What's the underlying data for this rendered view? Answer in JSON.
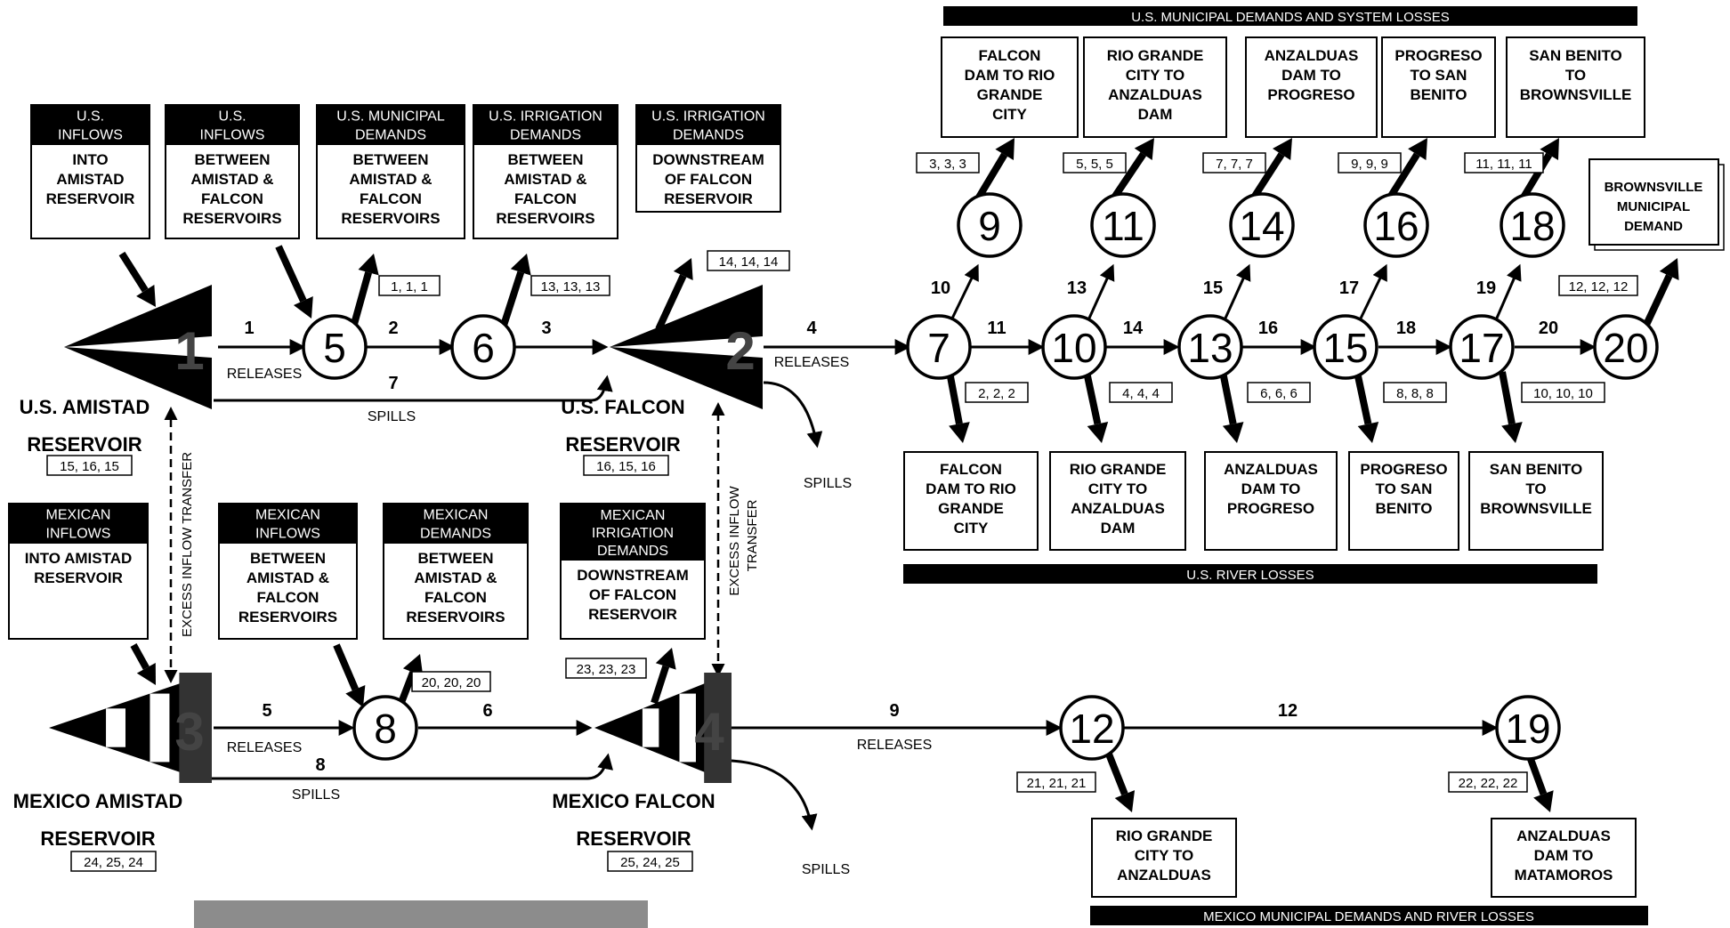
{
  "bands": {
    "us_municipal": "U.S. MUNICIPAL DEMANDS AND SYSTEM LOSSES",
    "us_river": "U.S. RIVER LOSSES",
    "mexico_municipal": "MEXICO MUNICIPAL DEMANDS AND RIVER LOSSES"
  },
  "boxes": {
    "us_inflow_amistad": {
      "header": [
        "U.S.",
        "INFLOWS"
      ],
      "body": [
        "INTO",
        "AMISTAD",
        "RESERVOIR"
      ]
    },
    "us_inflow_between": {
      "header": [
        "U.S.",
        "INFLOWS"
      ],
      "body": [
        "BETWEEN",
        "AMISTAD &",
        "FALCON",
        "RESERVOIRS"
      ]
    },
    "us_muni_between": {
      "header": [
        "U.S. MUNICIPAL",
        "DEMANDS"
      ],
      "body": [
        "BETWEEN",
        "AMISTAD &",
        "FALCON",
        "RESERVOIRS"
      ]
    },
    "us_irr_between": {
      "header": [
        "U.S. IRRIGATION",
        "DEMANDS"
      ],
      "body": [
        "BETWEEN",
        "AMISTAD &",
        "FALCON",
        "RESERVOIRS"
      ]
    },
    "us_irr_downstream": {
      "header": [
        "U.S. IRRIGATION",
        "DEMANDS"
      ],
      "body": [
        "DOWNSTREAM",
        "OF FALCON",
        "RESERVOIR"
      ]
    },
    "mx_inflow_amistad": {
      "header": [
        "MEXICAN",
        "INFLOWS"
      ],
      "body": [
        "INTO AMISTAD",
        "RESERVOIR"
      ]
    },
    "mx_inflow_between": {
      "header": [
        "MEXICAN",
        "INFLOWS"
      ],
      "body": [
        "BETWEEN",
        "AMISTAD &",
        "FALCON",
        "RESERVOIRS"
      ]
    },
    "mx_demands_between": {
      "header": [
        "MEXICAN",
        "DEMANDS"
      ],
      "body": [
        "BETWEEN",
        "AMISTAD &",
        "FALCON",
        "RESERVOIRS"
      ]
    },
    "mx_irr_downstream": {
      "header": [
        "MEXICAN",
        "IRRIGATION",
        "DEMANDS"
      ],
      "body": [
        "DOWNSTREAM",
        "OF FALCON",
        "RESERVOIR"
      ]
    }
  },
  "top_boxes": [
    [
      "FALCON",
      "DAM TO RIO",
      "GRANDE",
      "CITY"
    ],
    [
      "RIO GRANDE",
      "CITY TO",
      "ANZALDUAS",
      "DAM"
    ],
    [
      "ANZALDUAS",
      "DAM TO",
      "PROGRESO"
    ],
    [
      "PROGRESO",
      "TO SAN",
      "BENITO"
    ],
    [
      "SAN BENITO",
      "TO",
      "BROWNSVILLE"
    ]
  ],
  "brownsville_box": [
    "BROWNSVILLE",
    "MUNICIPAL",
    "DEMAND"
  ],
  "bottom_boxes": [
    [
      "FALCON",
      "DAM TO RIO",
      "GRANDE",
      "CITY"
    ],
    [
      "RIO GRANDE",
      "CITY TO",
      "ANZALDUAS",
      "DAM"
    ],
    [
      "ANZALDUAS",
      "DAM TO",
      "PROGRESO"
    ],
    [
      "PROGRESO",
      "TO SAN",
      "BENITO"
    ],
    [
      "SAN BENITO",
      "TO",
      "BROWNSVILLE"
    ]
  ],
  "mexico_boxes": [
    [
      "RIO GRANDE",
      "CITY TO",
      "ANZALDUAS"
    ],
    [
      "ANZALDUAS",
      "DAM TO",
      "MATAMOROS"
    ]
  ],
  "reservoirs": {
    "us_amistad": {
      "name": [
        "U.S. AMISTAD",
        "RESERVOIR"
      ],
      "numbers": "15, 16, 15",
      "id": "1"
    },
    "us_falcon": {
      "name": [
        "U.S. FALCON",
        "RESERVOIR"
      ],
      "numbers": "16, 15, 16",
      "id": "2"
    },
    "mx_amistad": {
      "name": [
        "MEXICO  AMISTAD",
        "RESERVOIR"
      ],
      "numbers": "24, 25, 24",
      "id": "3"
    },
    "mx_falcon": {
      "name": [
        "MEXICO FALCON",
        "RESERVOIR"
      ],
      "numbers": "25, 24, 25",
      "id": "4"
    }
  },
  "nodes": [
    "5",
    "6",
    "7",
    "9",
    "10",
    "11",
    "13",
    "14",
    "15",
    "16",
    "17",
    "18",
    "20",
    "8",
    "12",
    "19"
  ],
  "number_tags": {
    "n5_muni": "1, 1, 1",
    "n6_irr": "13, 13, 13",
    "falcon_irr": "14, 14, 14",
    "n9": "3, 3, 3",
    "n11": "5, 5, 5",
    "n14": "7, 7, 7",
    "n16": "9, 9, 9",
    "n18": "11, 11, 11",
    "n20": "12, 12, 12",
    "n7_down": "2, 2, 2",
    "n10_down": "4, 4, 4",
    "n13_down": "6, 6, 6",
    "n15_down": "8, 8, 8",
    "n17_down": "10, 10, 10",
    "n8_dem": "20, 20, 20",
    "mx_falcon_irr": "23, 23, 23",
    "n12": "21, 21, 21",
    "n19": "22, 22, 22"
  },
  "link_numbers": {
    "l1": "1",
    "l2": "2",
    "l3": "3",
    "l7": "7",
    "l4": "4",
    "l10": "10",
    "l11": "11",
    "l13": "13",
    "l14": "14",
    "l15": "15",
    "l16": "16",
    "l17": "17",
    "l18": "18",
    "l19": "19",
    "l20": "20",
    "l5": "5",
    "l6": "6",
    "l8": "8",
    "l9": "9",
    "l12": "12"
  },
  "labels": {
    "releases": "RELEASES",
    "spills": "SPILLS",
    "excess_inflow_transfer": "EXCESS INFLOW TRANSFER",
    "excess_inflow": "EXCESS INFLOW",
    "transfer": "TRANSFER"
  }
}
